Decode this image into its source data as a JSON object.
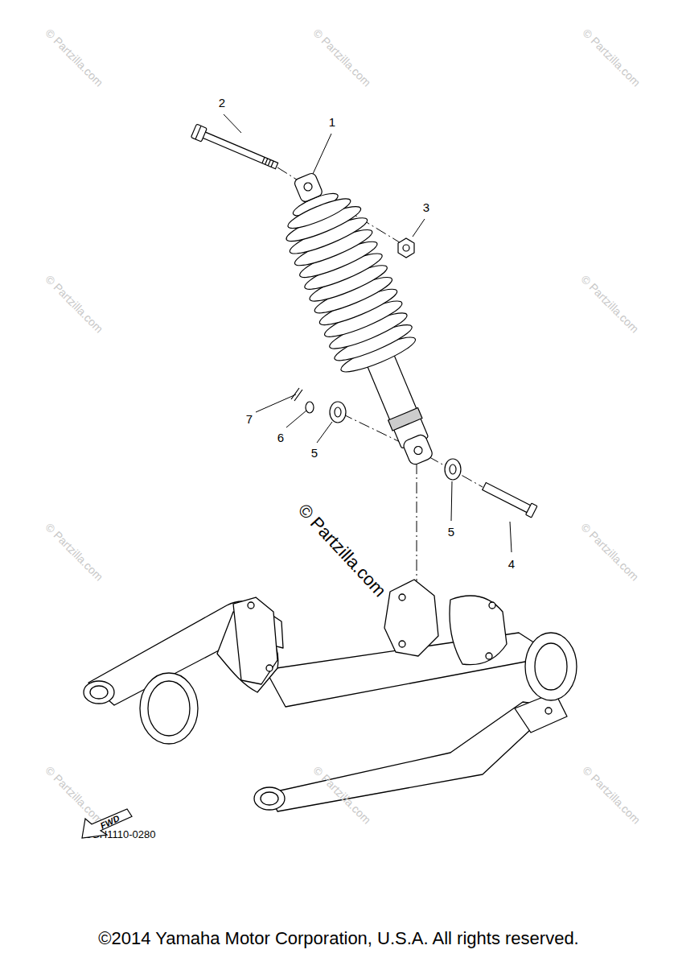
{
  "diagram": {
    "caption": "©2014 Yamaha Motor Corporation, U.S.A. All rights reserved.",
    "nodes": [
      {
        "text": [
          "FWD"
        ]
      }
    ],
    "labels": [
      "2",
      "1",
      "3",
      "7",
      "6",
      "5",
      "5",
      "4",
      "© Partzilla.com",
      "© Partzilla.com",
      "© Partzilla.com",
      "© Partzilla.com",
      "© Partzilla.com",
      "© Partzilla.com",
      "© Partzilla.com",
      "© Partzilla.com",
      "© Partzilla.com",
      "© Partzilla.com",
      "© Partzilla.com",
      "5GH1110-0280"
    ]
  }
}
